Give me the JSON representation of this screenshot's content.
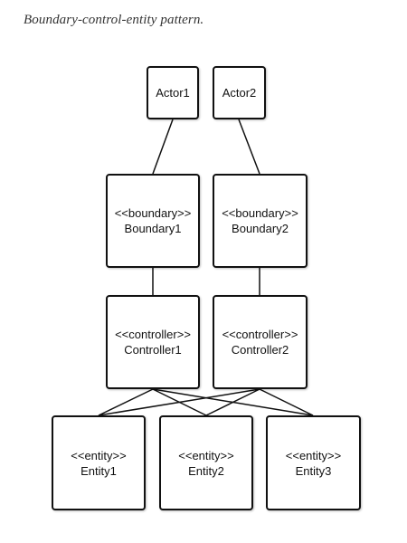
{
  "caption": "Boundary-control-entity pattern.",
  "actors": [
    {
      "name": "Actor1"
    },
    {
      "name": "Actor2"
    }
  ],
  "boundaries": [
    {
      "stereotype": "<<boundary>>",
      "name": "Boundary1"
    },
    {
      "stereotype": "<<boundary>>",
      "name": "Boundary2"
    }
  ],
  "controllers": [
    {
      "stereotype": "<<controller>>",
      "name": "Controller1"
    },
    {
      "stereotype": "<<controller>>",
      "name": "Controller2"
    }
  ],
  "entities": [
    {
      "stereotype": "<<entity>>",
      "name": "Entity1"
    },
    {
      "stereotype": "<<entity>>",
      "name": "Entity2"
    },
    {
      "stereotype": "<<entity>>",
      "name": "Entity3"
    }
  ],
  "links": [
    [
      "Actor1",
      "Boundary1"
    ],
    [
      "Actor2",
      "Boundary2"
    ],
    [
      "Boundary1",
      "Controller1"
    ],
    [
      "Boundary2",
      "Controller2"
    ],
    [
      "Controller1",
      "Entity1"
    ],
    [
      "Controller1",
      "Entity2"
    ],
    [
      "Controller1",
      "Entity3"
    ],
    [
      "Controller2",
      "Entity1"
    ],
    [
      "Controller2",
      "Entity2"
    ],
    [
      "Controller2",
      "Entity3"
    ]
  ]
}
